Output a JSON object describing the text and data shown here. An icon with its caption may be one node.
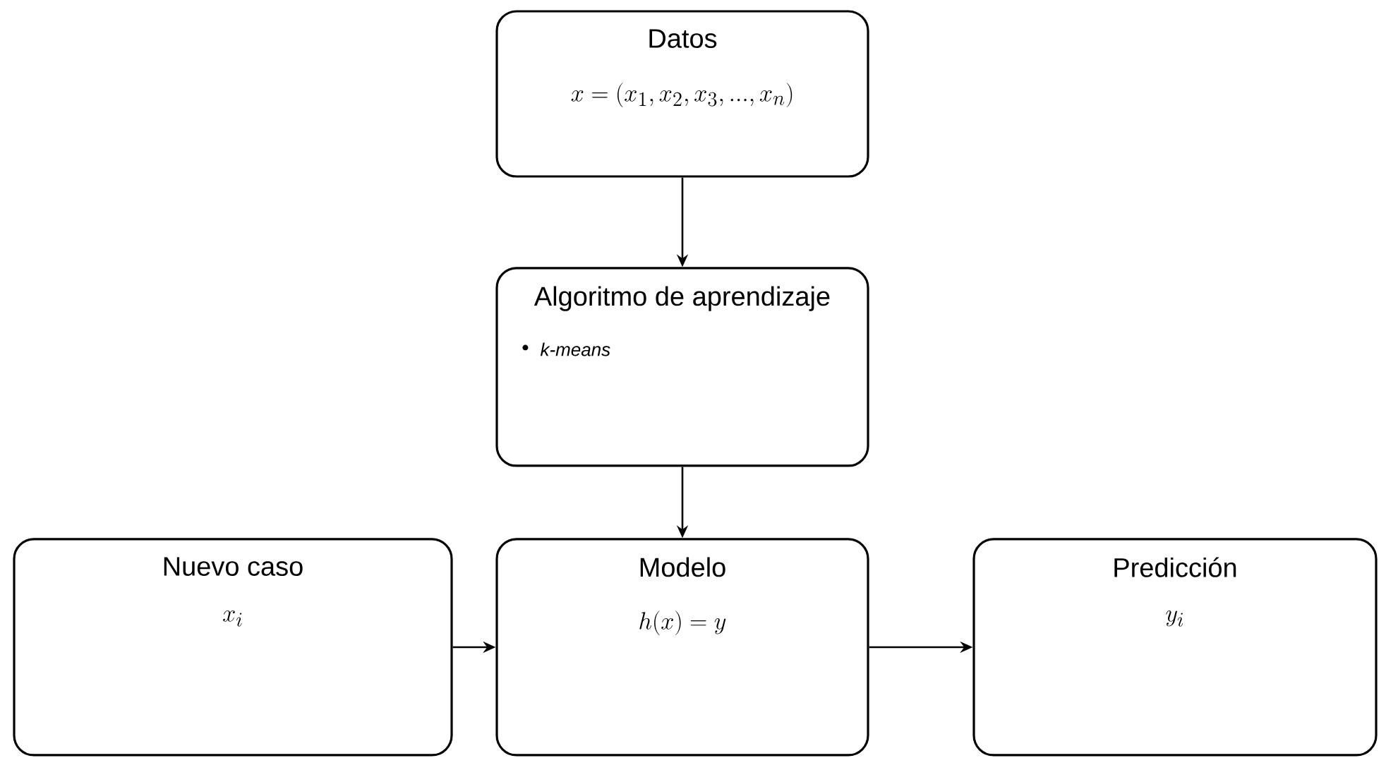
{
  "diagram": {
    "nodes": [
      {
        "text": [
          "Datos",
          "x = (x_1, x_2, x_3, ..., x_n)"
        ]
      },
      {
        "text": [
          "Algoritmo de aprendizaje",
          "k-means"
        ]
      },
      {
        "text": [
          "Nuevo caso",
          "x_i"
        ]
      },
      {
        "text": [
          "Modelo",
          "h(x) = y"
        ]
      },
      {
        "text": [
          "Predicción",
          "y_i"
        ]
      }
    ],
    "edges": [
      {
        "from": 0,
        "to": 1,
        "arrow": "to"
      },
      {
        "from": 1,
        "to": 3,
        "arrow": "to"
      },
      {
        "from": 2,
        "to": 3,
        "arrow": "to"
      },
      {
        "from": 3,
        "to": 4,
        "arrow": "to"
      }
    ]
  }
}
